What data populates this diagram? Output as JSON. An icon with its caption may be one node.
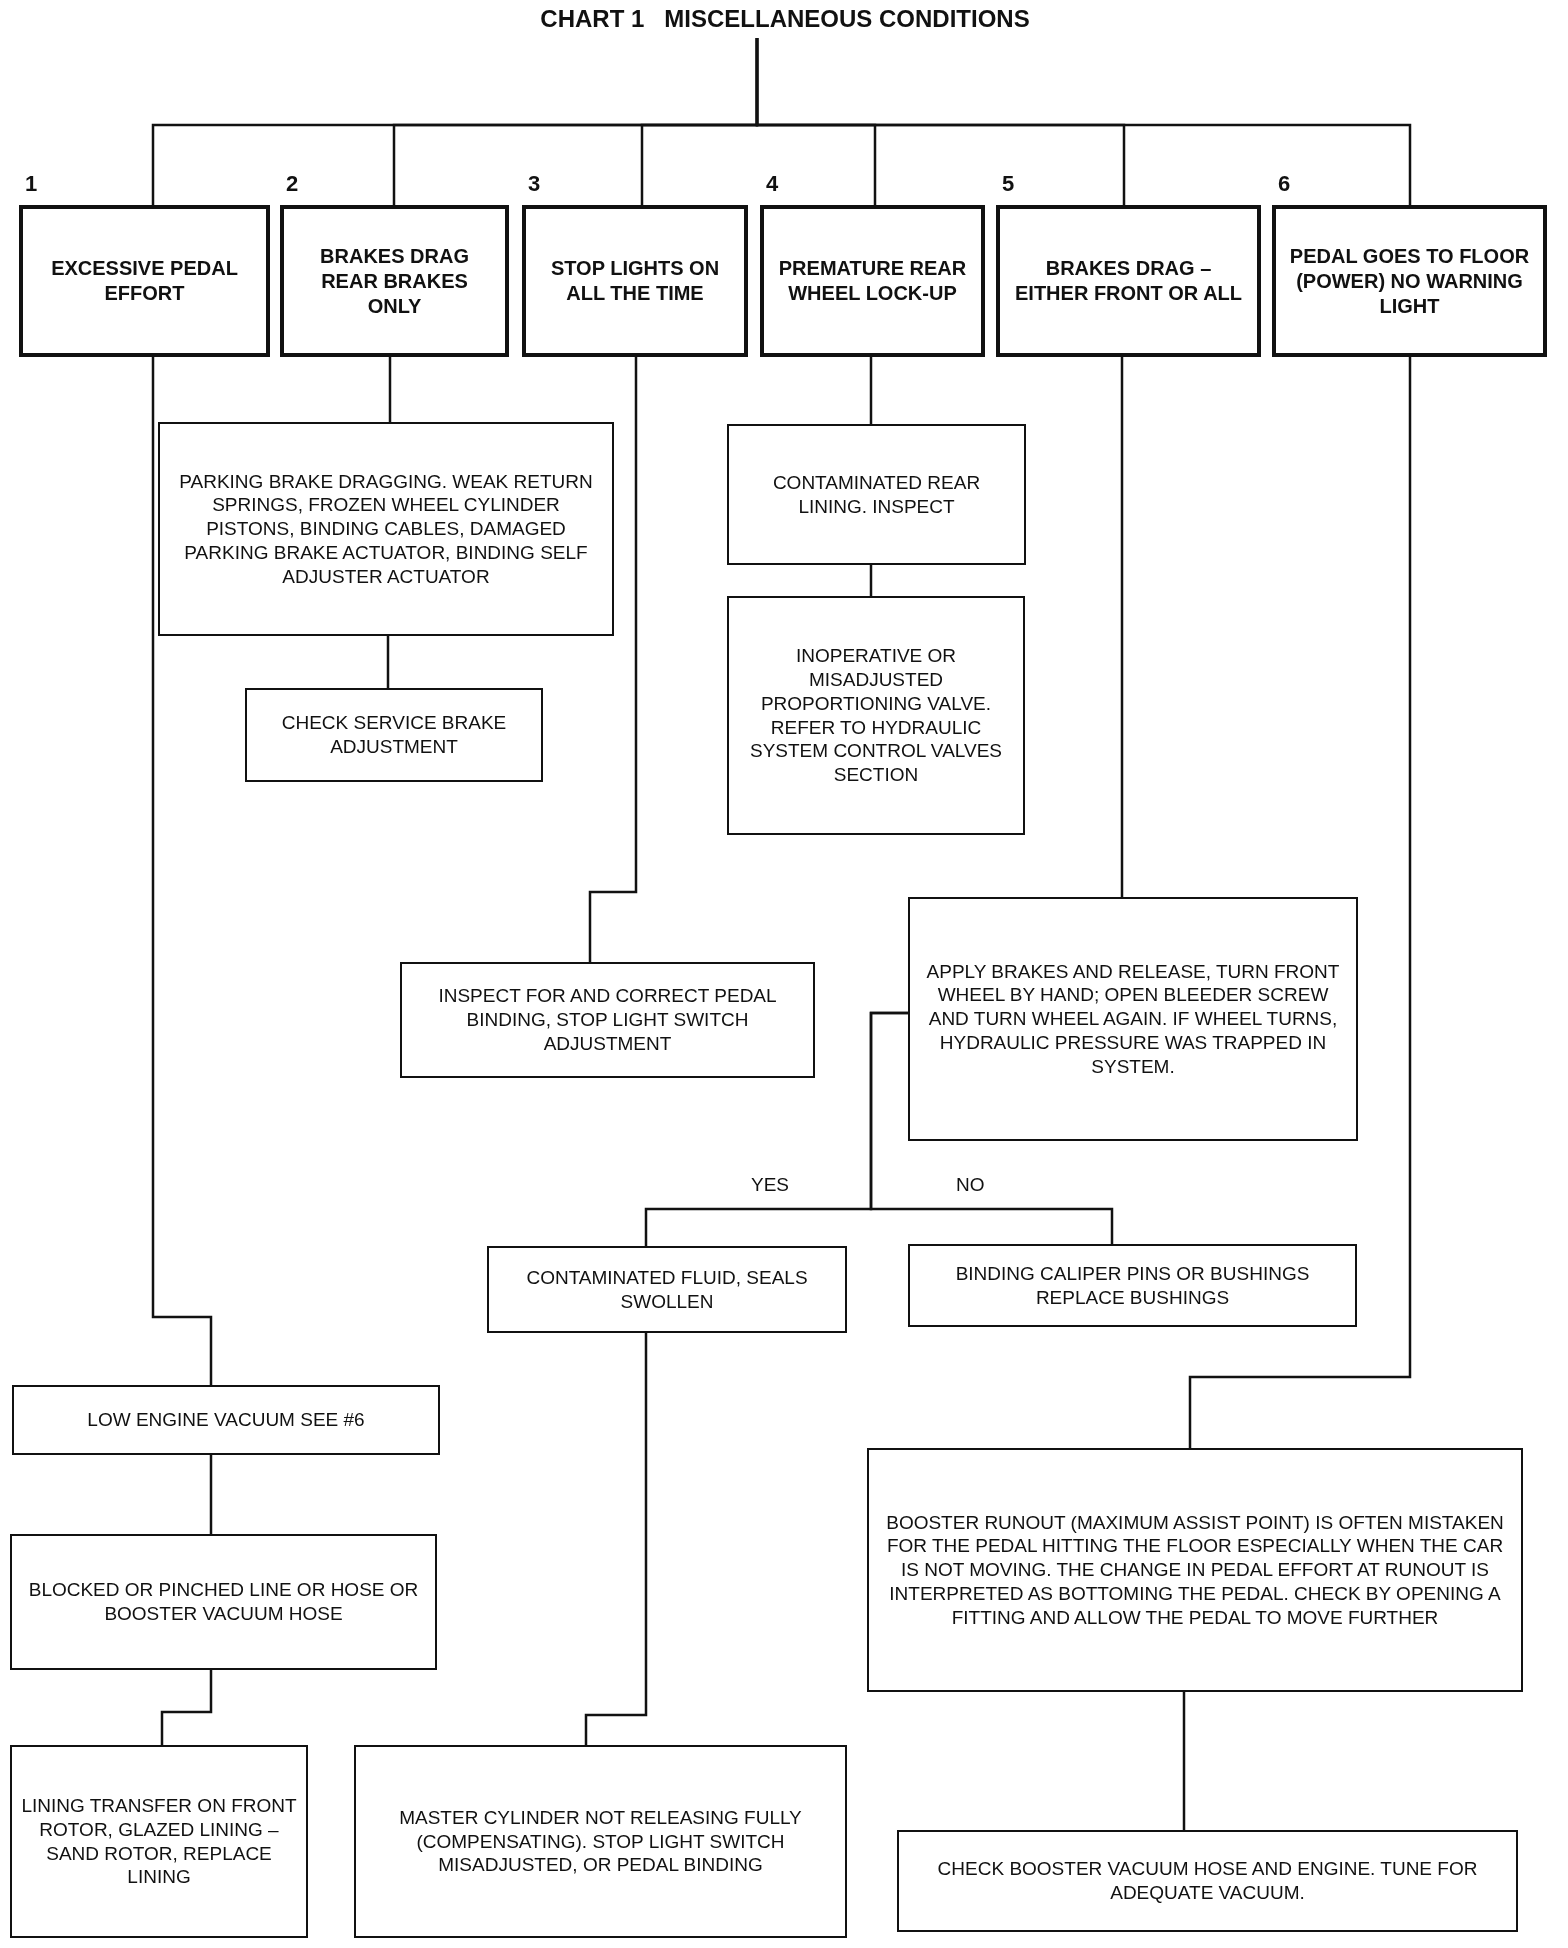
{
  "diagram": {
    "nodes": [
      {
        "text": [
          "CHART 1   MISCELLANEOUS CONDITIONS"
        ]
      },
      {
        "text": [
          "EXCESSIVE PEDAL EFFORT"
        ],
        "beside": [
          "1"
        ]
      },
      {
        "text": [
          "BRAKES DRAG REAR BRAKES ONLY"
        ],
        "beside": [
          "2"
        ]
      },
      {
        "text": [
          "STOP LIGHTS ON ALL THE TIME"
        ],
        "beside": [
          "3"
        ]
      },
      {
        "text": [
          "PREMATURE REAR WHEEL LOCK-UP"
        ],
        "beside": [
          "4"
        ]
      },
      {
        "text": [
          "BRAKES DRAG – EITHER FRONT OR ALL"
        ],
        "beside": [
          "5"
        ]
      },
      {
        "text": [
          "PEDAL GOES TO FLOOR (POWER) NO WARNING LIGHT"
        ],
        "beside": [
          "6"
        ]
      },
      {
        "text": [
          "PARKING BRAKE DRAGGING. WEAK RETURN SPRINGS, FROZEN WHEEL CYLINDER PISTONS, BINDING CABLES, DAMAGED PARKING BRAKE ACTUATOR, BINDING SELF ADJUSTER ACTUATOR"
        ]
      },
      {
        "text": [
          "CHECK SERVICE BRAKE ADJUSTMENT"
        ]
      },
      {
        "text": [
          "CONTAMINATED REAR LINING. INSPECT"
        ]
      },
      {
        "text": [
          "INOPERATIVE OR MISADJUSTED PROPORTIONING VALVE. REFER TO HYDRAULIC SYSTEM CONTROL VALVES SECTION"
        ]
      },
      {
        "text": [
          "APPLY BRAKES AND RELEASE, TURN FRONT WHEEL BY HAND; OPEN BLEEDER SCREW AND TURN WHEEL AGAIN. IF WHEEL TURNS, HYDRAULIC PRESSURE WAS TRAPPED IN SYSTEM."
        ]
      },
      {
        "text": [
          "INSPECT FOR AND CORRECT PEDAL BINDING, STOP LIGHT SWITCH ADJUSTMENT"
        ]
      },
      {
        "text": [
          "CONTAMINATED FLUID, SEALS SWOLLEN"
        ]
      },
      {
        "text": [
          "BINDING CALIPER PINS OR BUSHINGS REPLACE BUSHINGS"
        ]
      },
      {
        "text": [
          "LOW ENGINE VACUUM SEE #6"
        ]
      },
      {
        "text": [
          "BOOSTER RUNOUT (MAXIMUM ASSIST POINT) IS OFTEN MISTAKEN FOR THE PEDAL HITTING THE FLOOR ESPECIALLY WHEN THE CAR IS NOT MOVING. THE CHANGE IN PEDAL EFFORT AT RUNOUT IS INTERPRETED AS BOTTOMING THE PEDAL. CHECK BY OPENING A FITTING AND ALLOW THE PEDAL TO MOVE FURTHER"
        ]
      },
      {
        "text": [
          "BLOCKED OR PINCHED LINE OR HOSE OR BOOSTER VACUUM HOSE"
        ]
      },
      {
        "text": [
          "LINING TRANSFER ON FRONT ROTOR, GLAZED LINING – SAND ROTOR, REPLACE LINING"
        ]
      },
      {
        "text": [
          "MASTER CYLINDER NOT RELEASING FULLY (COMPENSATING). STOP LIGHT SWITCH MISADJUSTED, OR PEDAL BINDING"
        ]
      },
      {
        "text": [
          "CHECK BOOSTER VACUUM HOSE AND ENGINE. TUNE FOR ADEQUATE VACUUM."
        ]
      }
    ],
    "edges": [
      {
        "from": 0,
        "to": 1,
        "arrow": "none"
      },
      {
        "from": 0,
        "to": 2,
        "arrow": "none"
      },
      {
        "from": 0,
        "to": 3,
        "arrow": "none"
      },
      {
        "from": 0,
        "to": 4,
        "arrow": "none"
      },
      {
        "from": 0,
        "to": 5,
        "arrow": "none"
      },
      {
        "from": 0,
        "to": 6,
        "arrow": "none"
      },
      {
        "from": 1,
        "to": 15,
        "arrow": "none"
      },
      {
        "from": 15,
        "to": 17,
        "arrow": "none"
      },
      {
        "from": 17,
        "to": 18,
        "arrow": "none"
      },
      {
        "from": 2,
        "to": 7,
        "arrow": "none"
      },
      {
        "from": 7,
        "to": 8,
        "arrow": "none"
      },
      {
        "from": 3,
        "to": 12,
        "arrow": "none"
      },
      {
        "from": 4,
        "to": 9,
        "arrow": "none"
      },
      {
        "from": 9,
        "to": 10,
        "arrow": "none"
      },
      {
        "from": 5,
        "to": 11,
        "arrow": "none"
      },
      {
        "from": 11,
        "to": 13,
        "arrow": "none",
        "label": "YES"
      },
      {
        "from": 11,
        "to": 14,
        "arrow": "none",
        "label": "NO"
      },
      {
        "from": 13,
        "to": 19,
        "arrow": "none"
      },
      {
        "from": 6,
        "to": 16,
        "arrow": "none"
      },
      {
        "from": 16,
        "to": 20,
        "arrow": "none"
      }
    ]
  }
}
